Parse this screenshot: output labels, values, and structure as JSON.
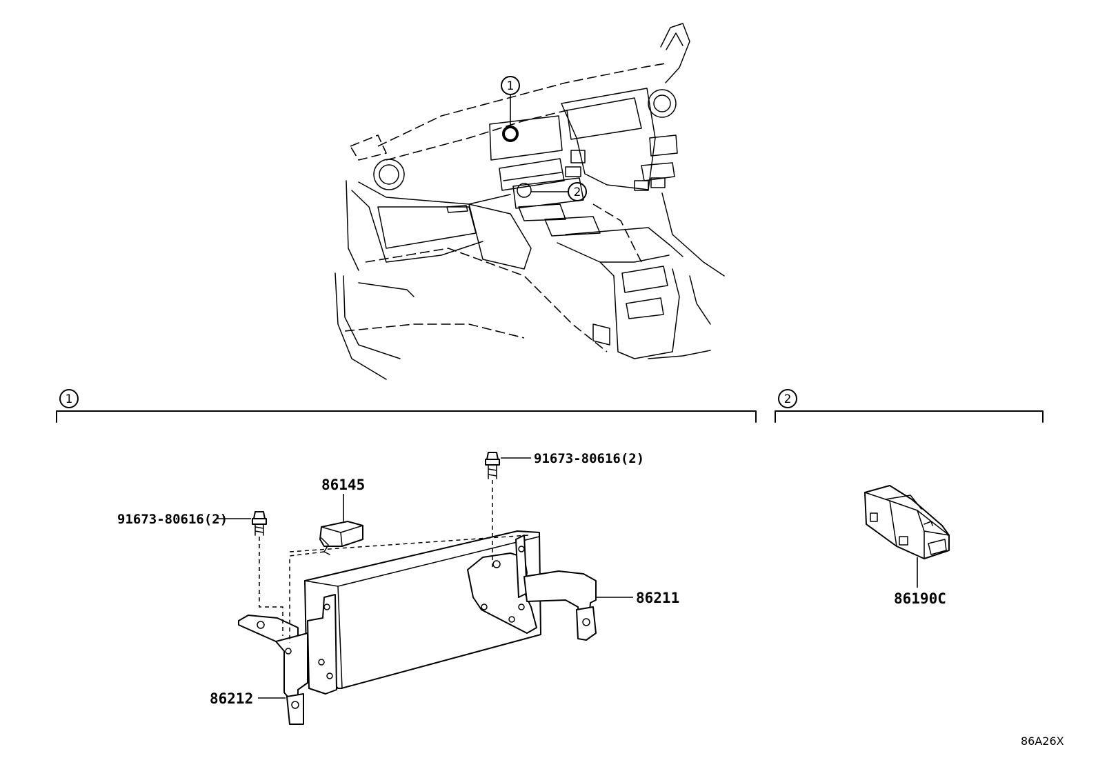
{
  "callouts": {
    "one": "1",
    "two": "2"
  },
  "parts": {
    "bolt_left": "91673-80616(2)",
    "bolt_top": "91673-80616(2)",
    "p86145": "86145",
    "p86211": "86211",
    "p86212": "86212",
    "p86190c": "86190C"
  },
  "ref_code": "86A26X"
}
